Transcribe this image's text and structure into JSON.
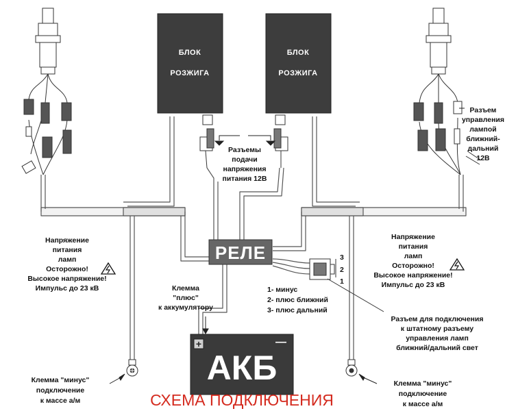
{
  "ignition_units": {
    "left": {
      "line1": "БЛОК",
      "line2": "РОЗЖИГА"
    },
    "right": {
      "line1": "БЛОК",
      "line2": "РОЗЖИГА"
    }
  },
  "relay_label": "РЕЛЕ",
  "battery": {
    "label": "АКБ",
    "plus": "+",
    "minus": "—"
  },
  "title": "СХЕМА ПОДКЛЮЧЕНИЯ",
  "power_connectors_label": [
    "Разъемы",
    "подачи",
    "напряжения",
    "питания 12В"
  ],
  "lamp_voltage_left": [
    "Напряжение",
    "питания",
    "ламп",
    "Осторожно!",
    "Высокое напряжение!",
    "Импульс до 23 кВ"
  ],
  "lamp_voltage_right": [
    "Напряжение",
    "питания",
    "ламп",
    "Осторожно!",
    "Высокое напряжение!",
    "Импульс до 23 кВ"
  ],
  "lamp_control_connector_label": [
    "Разъем",
    "управления",
    "лампой",
    "ближний-",
    "дальний",
    "12В"
  ],
  "battery_plus_clamp_label": [
    "Клемма",
    "\"плюс\"",
    "к аккумулятору"
  ],
  "relay_pins": {
    "pin3": "3",
    "pin2": "2",
    "pin1": "1"
  },
  "relay_pin_legend": [
    "1- минус",
    "2- плюс ближний",
    "3- плюс дальний"
  ],
  "stock_connector_label": [
    "Разъем для подключения",
    "к штатному разъему",
    "управления ламп",
    "ближний/дальний свет"
  ],
  "ground_clamp_left": [
    "Клемма \"минус\"",
    "подключение",
    "к массе а/м"
  ],
  "ground_clamp_right": [
    "Клемма \"минус\"",
    "подключение",
    "к массе а/м"
  ],
  "colors": {
    "unit_box": "#3d3d3d",
    "relay_box": "#666666",
    "battery_box": "#3a3a3a",
    "title": "#d42a1e",
    "wire": "#444444"
  }
}
